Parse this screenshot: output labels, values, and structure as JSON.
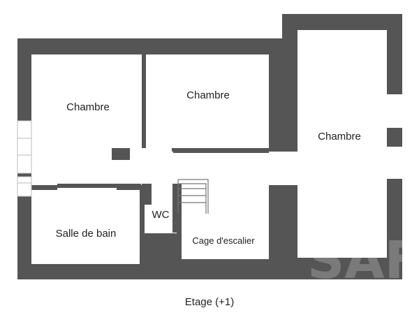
{
  "colors": {
    "wall": "#555555",
    "room": "#ffffff",
    "text": "#222222"
  },
  "rooms": {
    "chambre_1": "Chambre",
    "chambre_2": "Chambre",
    "chambre_3": "Chambre",
    "salle_de_bain": "Salle de bain",
    "wc": "WC",
    "cage_escalier": "Cage d'escalier"
  },
  "floor_label": "Etage (+1)",
  "watermark": "SAF"
}
